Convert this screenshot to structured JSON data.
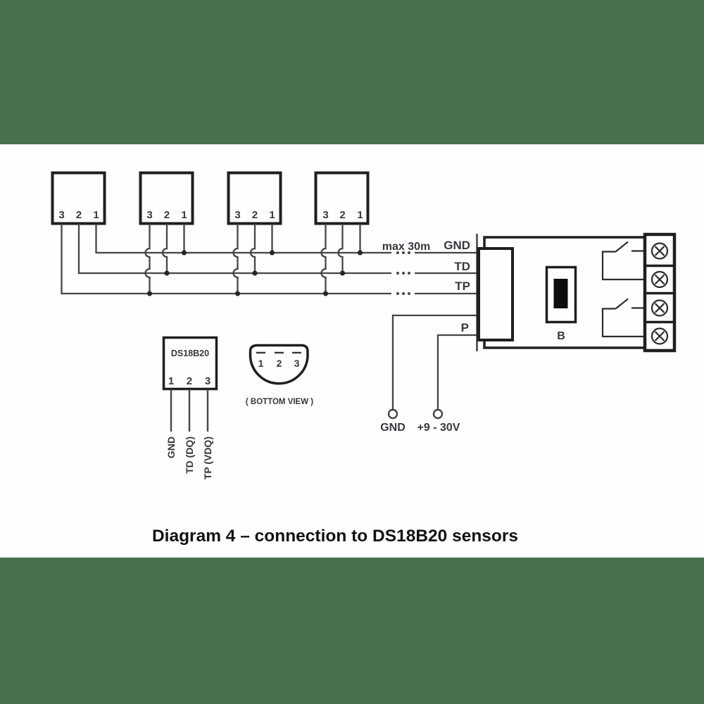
{
  "title": "Diagram 4 – connection to DS18B20 sensors",
  "colors": {
    "background_band": "#47714f",
    "canvas": "#fefefe",
    "wire": "#454545",
    "outline": "#1f1f1f",
    "label": "#35393f",
    "title": "#121212"
  },
  "sensors": {
    "pin_labels": [
      "3",
      "2",
      "1"
    ]
  },
  "bus": {
    "distance_label": "max 30m",
    "lines": [
      "GND",
      "TD",
      "TP"
    ]
  },
  "controller": {
    "p_label": "P",
    "component_label": "B"
  },
  "power": {
    "gnd_label": "GND",
    "voltage_label": "+9 - 30V"
  },
  "sensor_detail": {
    "name": "DS18B20",
    "pins": [
      "1",
      "2",
      "3"
    ],
    "pin_functions": [
      "GND",
      "TD (DQ)",
      "TP (VDQ)"
    ],
    "bottom_view_label": "( BOTTOM VIEW )"
  }
}
